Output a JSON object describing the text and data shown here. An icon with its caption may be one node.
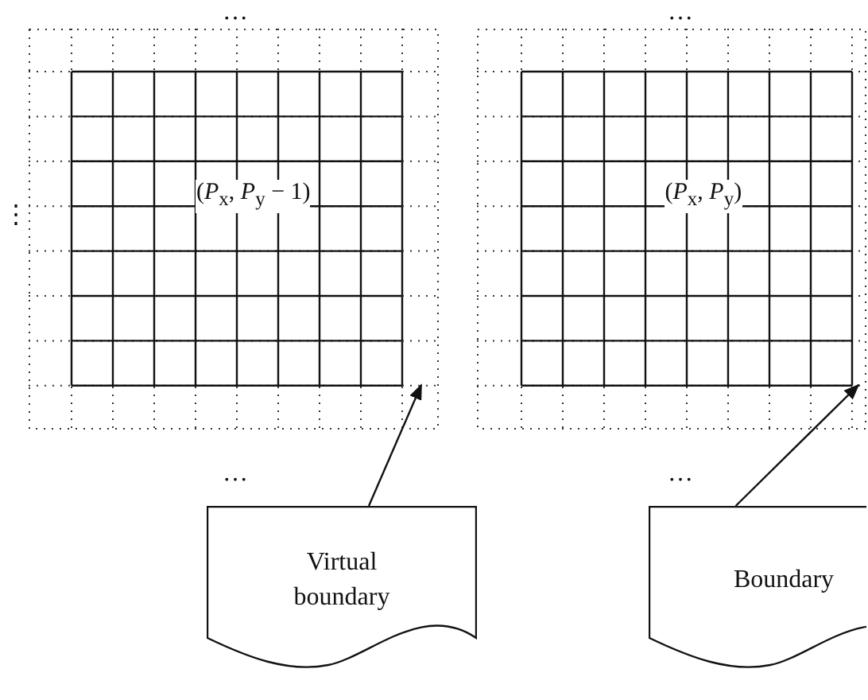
{
  "diagram": {
    "nodes": [
      {
        "text": [
          "(*P*$_{x}$, *P*$_{y}$ − 1)"
        ]
      },
      {
        "text": [
          "(*P*$_{x}$, *P*$_{y}$)"
        ]
      },
      {
        "text": [
          "Virtual boundary"
        ]
      },
      {
        "text": [
          "Boundary"
        ]
      }
    ],
    "edges": [
      {
        "from": 2,
        "to": 0,
        "arrow": "to"
      },
      {
        "from": 3,
        "to": 1,
        "arrow": "to"
      }
    ],
    "labels": [
      "…",
      "…",
      "⋮",
      "…",
      "…"
    ]
  }
}
